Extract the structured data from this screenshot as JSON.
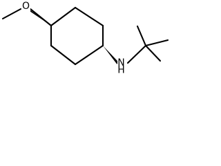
{
  "molecule": {
    "atoms": {
      "oxygen": "O",
      "amine_nitrogen": "N",
      "amine_hydrogen": "H"
    },
    "ink_color": "#000000",
    "background_color": "#ffffff"
  }
}
